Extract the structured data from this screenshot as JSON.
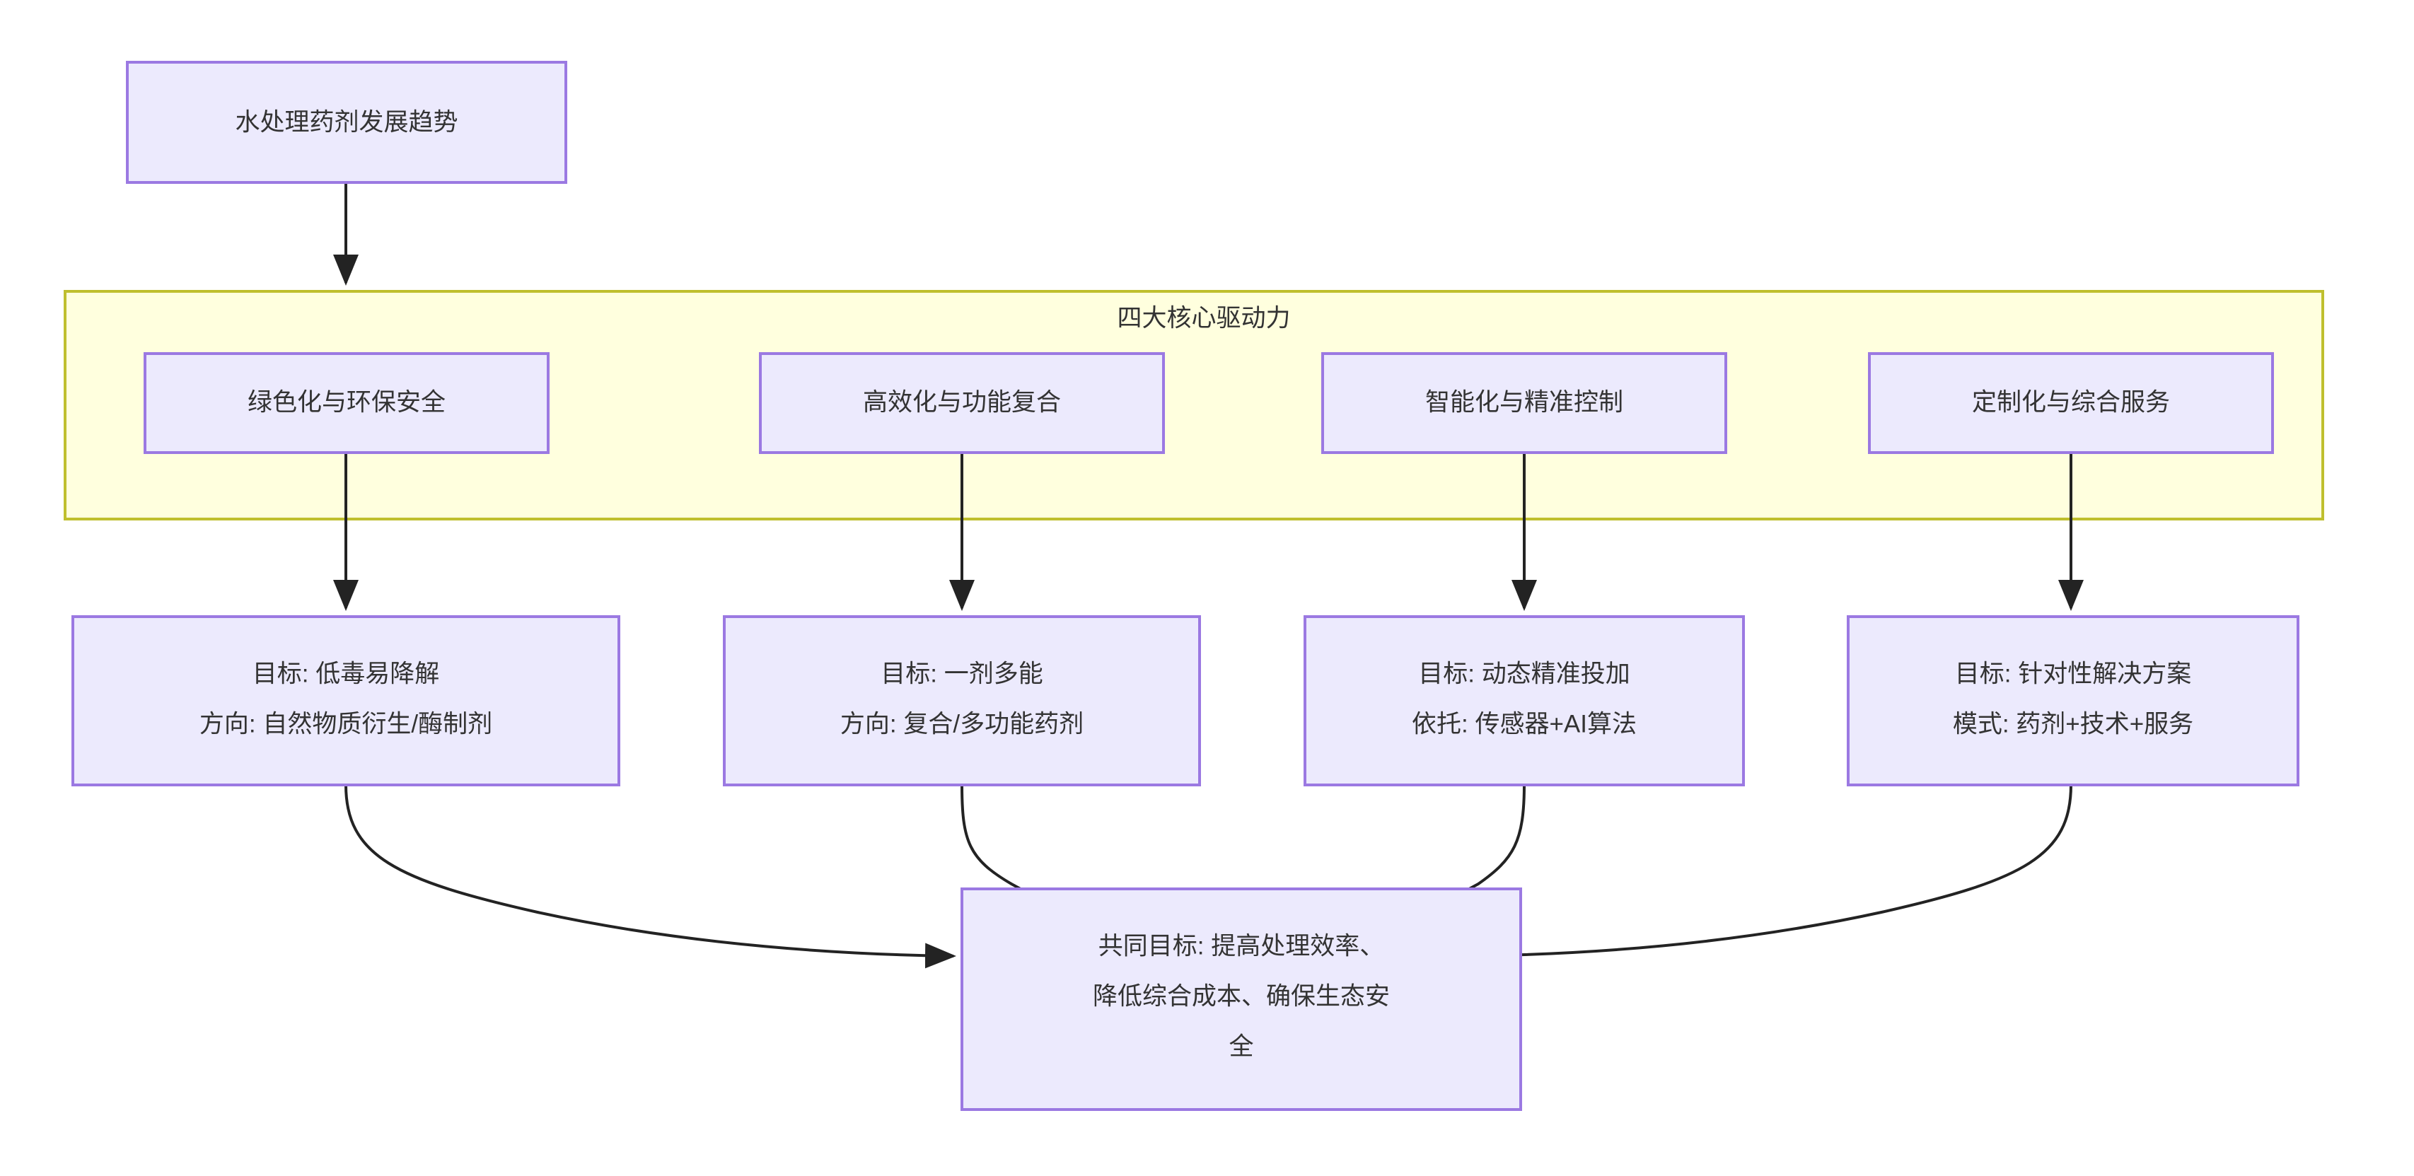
{
  "diagram": {
    "type": "flowchart",
    "direction": "top-down",
    "background_color": "#ffffff",
    "node_fill": "#ECEAFD",
    "node_stroke": "#9B79E2",
    "cluster_fill": "#FFFFDE",
    "cluster_stroke": "#BFBF2E",
    "edge_color": "#232323",
    "text_color": "#333333"
  },
  "root": {
    "label": "水处理药剂发展趋势"
  },
  "cluster": {
    "title": "四大核心驱动力"
  },
  "drivers": [
    {
      "id": "driver-green",
      "label": "绿色化与环保安全"
    },
    {
      "id": "driver-efficiency",
      "label": "高效化与功能复合"
    },
    {
      "id": "driver-intelligent",
      "label": "智能化与精准控制"
    },
    {
      "id": "driver-custom",
      "label": "定制化与综合服务"
    }
  ],
  "details": [
    {
      "id": "detail-green",
      "line1": "目标: 低毒易降解",
      "line2": "方向: 自然物质衍生/酶制剂"
    },
    {
      "id": "detail-efficiency",
      "line1": "目标: 一剂多能",
      "line2": "方向: 复合/多功能药剂"
    },
    {
      "id": "detail-intelligent",
      "line1": "目标: 动态精准投加",
      "line2": "依托: 传感器+AI算法"
    },
    {
      "id": "detail-custom",
      "line1": "目标: 针对性解决方案",
      "line2": "模式: 药剂+技术+服务"
    }
  ],
  "goal": {
    "line1": "共同目标: 提高处理效率、",
    "line2": "降低综合成本、确保生态安",
    "line3": "全"
  }
}
